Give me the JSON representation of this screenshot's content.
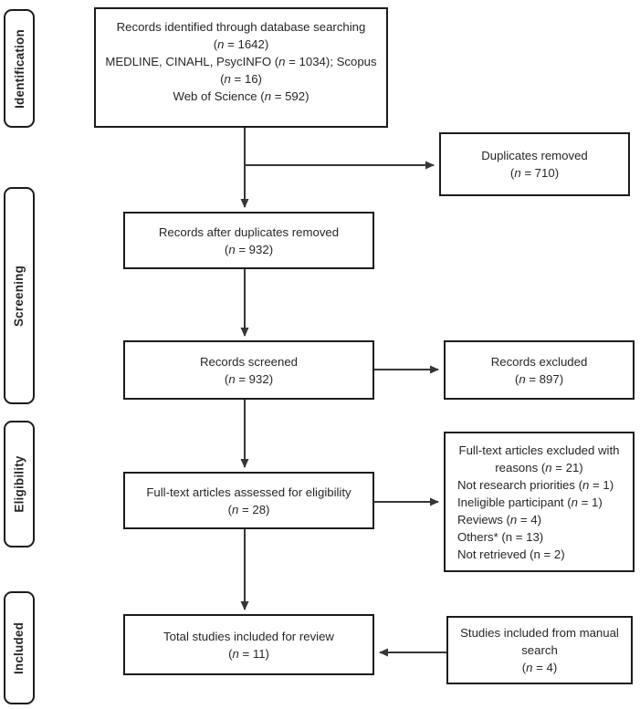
{
  "figure": {
    "title": "PRISMA study selection flow diagram",
    "background_color": "#ffffff",
    "line_color": "#363636",
    "border_color": "#1b1b1b",
    "text_color": "#262626"
  },
  "sidebar": {
    "stages": [
      {
        "label": "Identification"
      },
      {
        "label": "Screening"
      },
      {
        "label": "Eligibility"
      },
      {
        "label": "Included"
      }
    ]
  },
  "flow": {
    "boxes": {
      "records_identified": {
        "name": "records-identified-box",
        "lines": [
          {
            "align": "center",
            "parts": [
              "Records identified through database searching"
            ]
          },
          {
            "align": "center",
            "parts": [
              "(",
              {
                "i": "n"
              },
              " = 1642)"
            ]
          },
          {
            "align": "center",
            "parts": [
              "MEDLINE, CINAHL, PsycINFO (",
              {
                "i": "n"
              },
              " = 1034); Scopus"
            ]
          },
          {
            "align": "center",
            "parts": [
              "(",
              {
                "i": "n"
              },
              " = 16)"
            ]
          },
          {
            "align": "center",
            "parts": [
              "Web of Science (",
              {
                "i": "n"
              },
              " = 592)"
            ]
          }
        ]
      },
      "duplicates_removed": {
        "name": "duplicates-removed-box",
        "lines": [
          {
            "align": "center",
            "parts": [
              "Duplicates removed"
            ]
          },
          {
            "align": "center",
            "parts": [
              "(",
              {
                "i": "n"
              },
              " = 710)"
            ]
          }
        ]
      },
      "records_after_duplicates": {
        "name": "records-after-duplicates-box",
        "lines": [
          {
            "align": "center",
            "parts": [
              "Records after duplicates removed"
            ]
          },
          {
            "align": "center",
            "parts": [
              "(",
              {
                "i": "n"
              },
              " = 932)"
            ]
          }
        ]
      },
      "records_screened": {
        "name": "records-screened-box",
        "lines": [
          {
            "align": "center",
            "parts": [
              "Records screened"
            ]
          },
          {
            "align": "center",
            "parts": [
              "(",
              {
                "i": "n"
              },
              " = 932)"
            ]
          }
        ]
      },
      "records_excluded": {
        "name": "records-excluded-box",
        "lines": [
          {
            "align": "center",
            "parts": [
              "Records excluded"
            ]
          },
          {
            "align": "center",
            "parts": [
              "(",
              {
                "i": "n"
              },
              " = 897)"
            ]
          }
        ]
      },
      "fulltext_assessed": {
        "name": "fulltext-assessed-box",
        "lines": [
          {
            "align": "center",
            "parts": [
              "Full-text articles assessed for eligibility"
            ]
          },
          {
            "align": "center",
            "parts": [
              "(",
              {
                "i": "n"
              },
              " = 28)"
            ]
          }
        ]
      },
      "fulltext_excluded": {
        "name": "fulltext-excluded-box",
        "lines": [
          {
            "align": "center",
            "parts": [
              "Full-text articles excluded with"
            ]
          },
          {
            "align": "center",
            "parts": [
              "reasons (",
              {
                "i": "n"
              },
              " = 21)"
            ]
          },
          {
            "align": "left",
            "parts": [
              "Not research priorities (",
              {
                "i": "n"
              },
              " = 1)"
            ]
          },
          {
            "align": "left",
            "parts": [
              "Ineligible participant (",
              {
                "i": "n"
              },
              " = 1)"
            ]
          },
          {
            "align": "left",
            "parts": [
              "Reviews (",
              {
                "i": "n"
              },
              " = 4)"
            ]
          },
          {
            "align": "left",
            "parts": [
              "Others* (n = 13)"
            ]
          },
          {
            "align": "left",
            "parts": [
              "Not retrieved (n = 2)"
            ]
          }
        ]
      },
      "total_included": {
        "name": "total-included-box",
        "lines": [
          {
            "align": "center",
            "parts": [
              "Total studies included for review"
            ]
          },
          {
            "align": "center",
            "parts": [
              "(",
              {
                "i": "n"
              },
              " = 11)"
            ]
          }
        ]
      },
      "manual_search": {
        "name": "manual-search-box",
        "lines": [
          {
            "align": "center",
            "parts": [
              "Studies included from manual"
            ]
          },
          {
            "align": "center",
            "parts": [
              "search"
            ]
          },
          {
            "align": "center",
            "parts": [
              "(",
              {
                "i": "n"
              },
              " = 4)"
            ]
          }
        ]
      }
    }
  }
}
